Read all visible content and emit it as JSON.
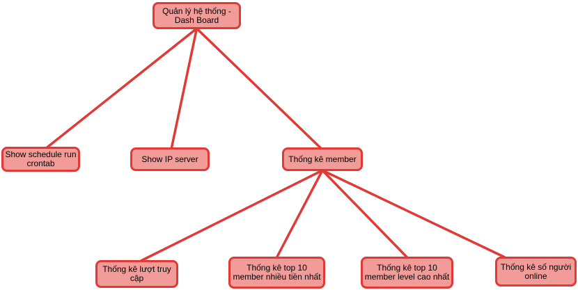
{
  "diagram": {
    "edge_color": "#e03a36",
    "node_fill": "#f19c99",
    "node_border": "#e03a36",
    "nodes": {
      "root": "Quản lý hệ thống -\nDash Board",
      "schedule": "Show schedule run\ncrontab",
      "ip_server": "Show IP server",
      "member_stats": "Thống kê member",
      "visits": "Thống kê lượt truy\ncập",
      "top_money": "Thống kê top 10\nmember nhiều tiền nhất",
      "top_level": "Thống kê top 10\nmember level cao nhất",
      "online": "Thống kê số người\nonline"
    },
    "edges": [
      [
        "root",
        "schedule"
      ],
      [
        "root",
        "ip_server"
      ],
      [
        "root",
        "member_stats"
      ],
      [
        "member_stats",
        "visits"
      ],
      [
        "member_stats",
        "top_money"
      ],
      [
        "member_stats",
        "top_level"
      ],
      [
        "member_stats",
        "online"
      ]
    ]
  }
}
